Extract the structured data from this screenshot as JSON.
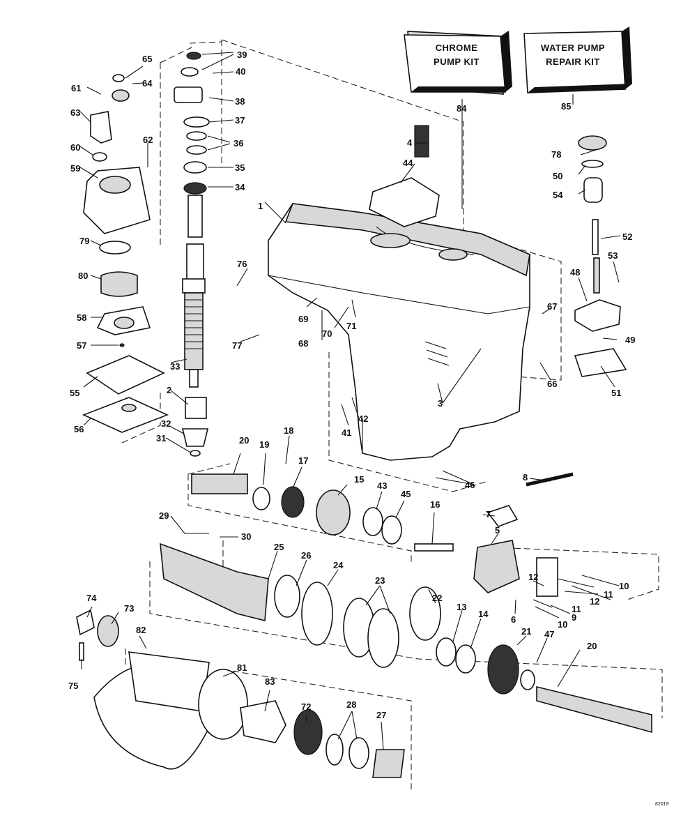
{
  "kits": [
    {
      "id": "84",
      "lines": [
        "CHROME",
        "PUMP KIT"
      ]
    },
    {
      "id": "85",
      "lines": [
        "WATER PUMP",
        "REPAIR KIT"
      ]
    }
  ],
  "callouts": [
    "1",
    "2",
    "3",
    "4",
    "5",
    "6",
    "7",
    "8",
    "9",
    "10",
    "11",
    "12",
    "13",
    "14",
    "15",
    "16",
    "17",
    "18",
    "19",
    "20",
    "21",
    "22",
    "23",
    "24",
    "25",
    "26",
    "27",
    "28",
    "29",
    "30",
    "31",
    "32",
    "33",
    "34",
    "35",
    "36",
    "37",
    "38",
    "39",
    "40",
    "41",
    "42",
    "43",
    "44",
    "45",
    "46",
    "47",
    "48",
    "49",
    "50",
    "51",
    "52",
    "53",
    "54",
    "55",
    "56",
    "57",
    "58",
    "59",
    "60",
    "61",
    "62",
    "63",
    "64",
    "65",
    "66",
    "67",
    "68",
    "69",
    "70",
    "71",
    "72",
    "73",
    "74",
    "75",
    "76",
    "77",
    "78",
    "79",
    "80",
    "81",
    "82",
    "83",
    "84",
    "85"
  ],
  "drawing_code": "82019"
}
